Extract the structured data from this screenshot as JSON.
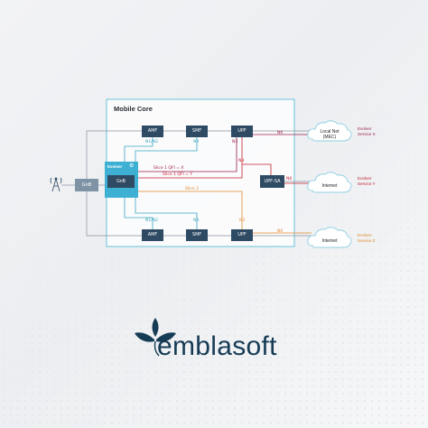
{
  "diagram": {
    "title": "Mobile Core",
    "nodes": {
      "amf_top": "AMF",
      "smf_top": "SMF",
      "upf_top": "UPF",
      "upf_sa": "UPF-SA",
      "amf_bottom": "AMF",
      "smf_bottom": "SMF",
      "upf_bottom": "UPF",
      "gnb_external": "GnB",
      "gnb_inner": "GnB",
      "evolver": "Evolver"
    },
    "interfaces": {
      "n1n2_top": "N1/N2",
      "n4_top": "N4",
      "n3_upper": "N3",
      "n3_mid": "N3",
      "n6_top": "N6",
      "n6_mid": "N6",
      "n1n2_bottom": "N1/N2",
      "n4_bottom": "N4",
      "n3_bottom": "N3",
      "n6_bottom": "N6"
    },
    "slices": {
      "slice_x": "Slice 1  QFI = X",
      "slice_y": "Slice 1  QFI = Y",
      "slice_z": "Slice 3"
    },
    "clouds": {
      "local_net_line1": "Local Net",
      "local_net_line2": "(MEC)",
      "internet_mid": "Internet",
      "internet_bottom": "Internet"
    },
    "services": {
      "x_line1": "Evolver",
      "x_line2": "Service X",
      "y_line1": "Evolver",
      "y_line2": "Service Y",
      "z_line1": "Evolver",
      "z_line2": "Service Z"
    },
    "colors": {
      "node": "#2f4a63",
      "evolver": "#3eb0d3",
      "slice_x": "#9c1f4b",
      "slice_y": "#c5222f",
      "slice_z": "#e08a2a",
      "teal": "#3aa6c0"
    }
  },
  "brand": {
    "name": "emblasoft",
    "icon": "leaf-logo-icon",
    "color": "#163b55"
  }
}
